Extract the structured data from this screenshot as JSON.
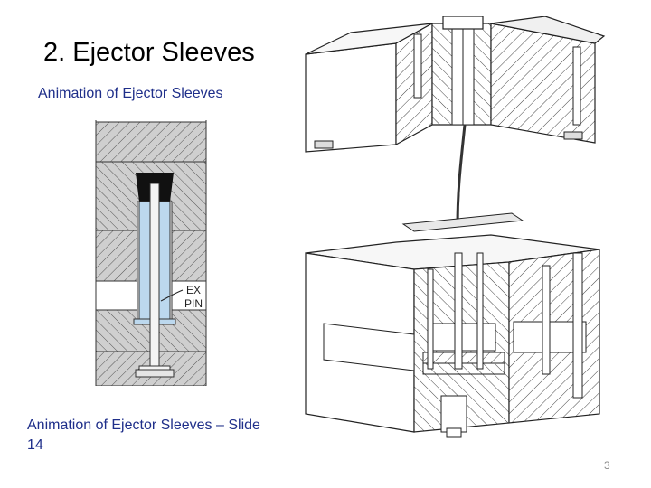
{
  "slide": {
    "title": "2. Ejector Sleeves",
    "link_text": "Animation of Ejector Sleeves",
    "caption": "Animation of Ejector Sleeves – Slide 14",
    "page_number": "3"
  },
  "figure_left": {
    "label_line1": "EX",
    "label_line2": "PIN"
  },
  "colors": {
    "sleeve_fill": "#bcd8ee",
    "link": "#1f2f8a"
  }
}
